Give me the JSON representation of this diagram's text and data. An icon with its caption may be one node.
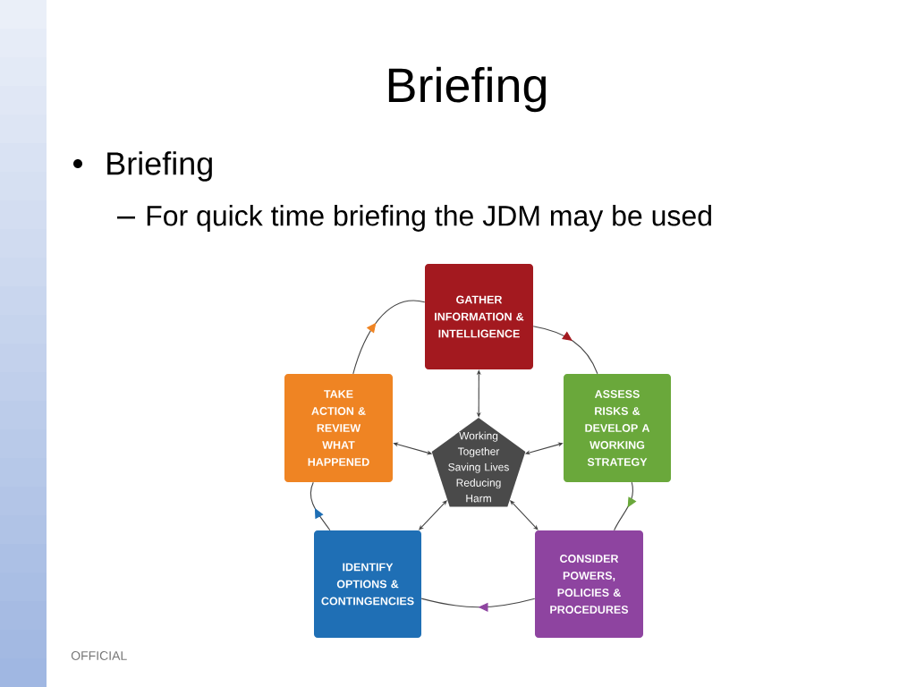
{
  "diagram": {
    "title": "Briefing",
    "nodes": [
      {
        "text": [
          "GATHER INFORMATION & INTELLIGENCE"
        ]
      },
      {
        "text": [
          "ASSESS RISKS & DEVELOP A WORKING STRATEGY"
        ]
      },
      {
        "text": [
          "CONSIDER POWERS, POLICIES & PROCEDURES"
        ]
      },
      {
        "text": [
          "IDENTIFY OPTIONS & CONTINGENCIES"
        ]
      },
      {
        "text": [
          "TAKE ACTION & REVIEW WHAT HAPPENED"
        ]
      },
      {
        "text": [
          "Working Together Saving Lives Reducing Harm"
        ]
      }
    ],
    "edges": [
      {
        "from": 0,
        "to": 1,
        "arrow": "to"
      },
      {
        "from": 1,
        "to": 2,
        "arrow": "to"
      },
      {
        "from": 2,
        "to": 3,
        "arrow": "to"
      },
      {
        "from": 3,
        "to": 4,
        "arrow": "to"
      },
      {
        "from": 4,
        "to": 0,
        "arrow": "to"
      },
      {
        "from": 5,
        "to": 0,
        "arrow": "both"
      },
      {
        "from": 5,
        "to": 1,
        "arrow": "both"
      },
      {
        "from": 5,
        "to": 2,
        "arrow": "both"
      },
      {
        "from": 5,
        "to": 3,
        "arrow": "both"
      },
      {
        "from": 5,
        "to": 4,
        "arrow": "both"
      }
    ],
    "labels": [
      "Briefing",
      "For quick time briefing the JDM may be used",
      "OFFICIAL"
    ]
  }
}
